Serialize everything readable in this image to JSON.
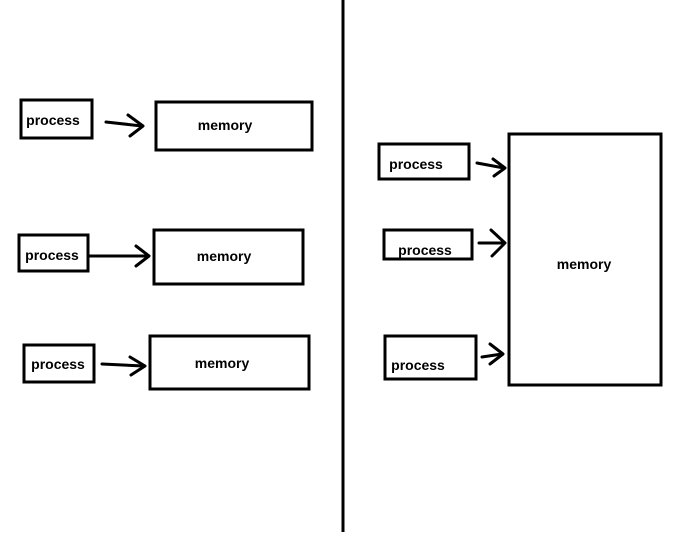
{
  "left_panel": {
    "pairs": [
      {
        "process_label": "process",
        "memory_label": "memory"
      },
      {
        "process_label": "process",
        "memory_label": "memory"
      },
      {
        "process_label": "process",
        "memory_label": "memory"
      }
    ]
  },
  "right_panel": {
    "processes": [
      {
        "label": "process"
      },
      {
        "label": "process"
      },
      {
        "label": "process"
      }
    ],
    "shared_memory_label": "memory"
  },
  "colors": {
    "stroke": "#000000",
    "background": "#ffffff"
  }
}
